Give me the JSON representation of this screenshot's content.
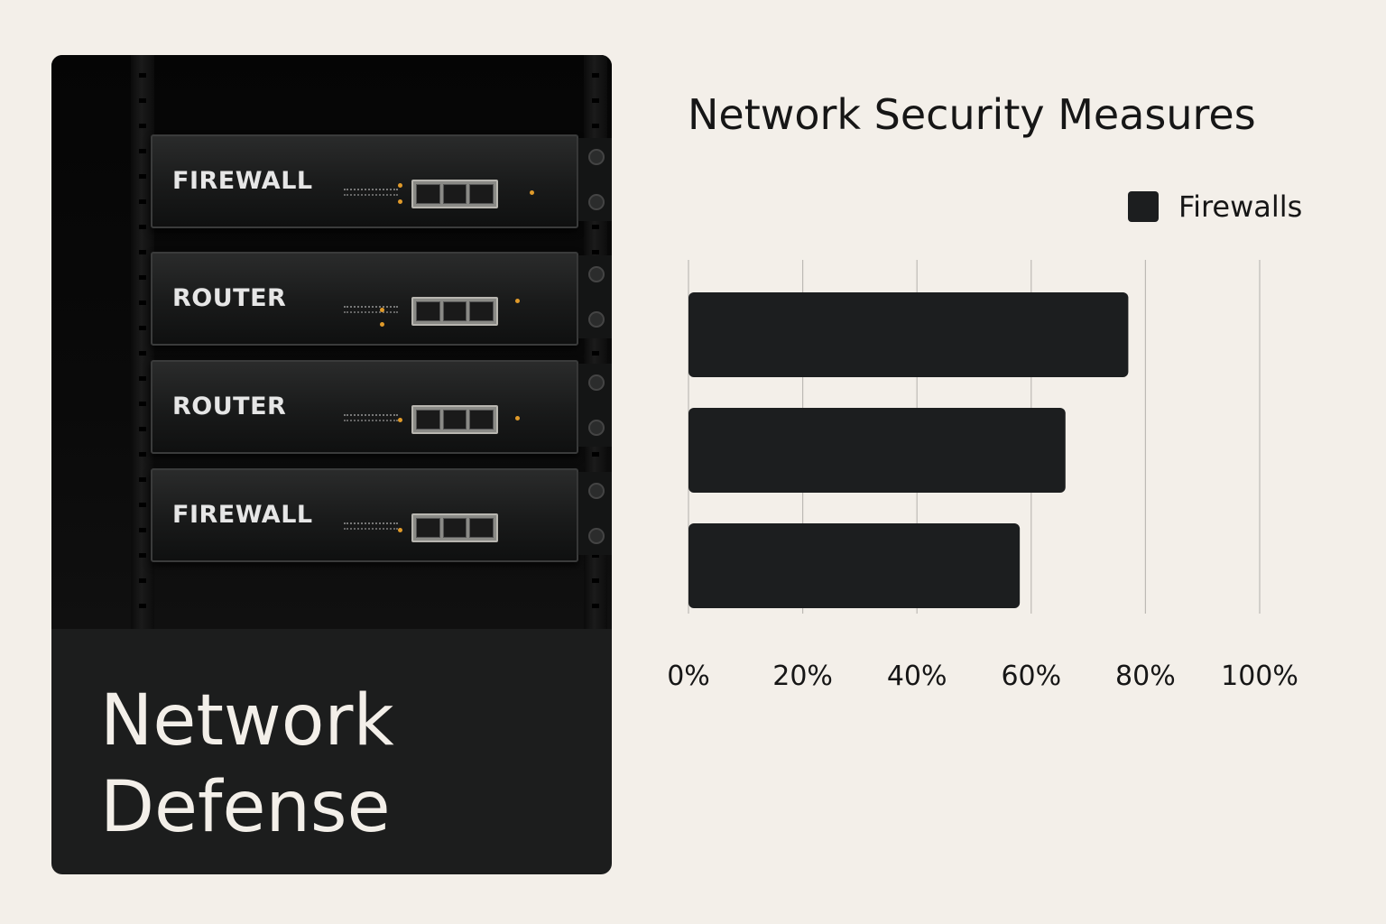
{
  "card": {
    "title_line1": "Network",
    "title_line2": "Defense",
    "devices": [
      "FIREWALL",
      "ROUTER",
      "ROUTER",
      "FIREWALL"
    ]
  },
  "chart_data": {
    "type": "bar",
    "orientation": "horizontal",
    "title": "Network Security Measures",
    "categories": [
      "",
      "",
      ""
    ],
    "series": [
      {
        "name": "Firewalls",
        "color": "#1c1e1f",
        "values": [
          77,
          66,
          58
        ]
      }
    ],
    "xlim": [
      0,
      100
    ],
    "x_ticks": [
      "0%",
      "20%",
      "40%",
      "60%",
      "80%",
      "100%"
    ],
    "grid": "vertical",
    "legend": "top-right"
  },
  "colors": {
    "background": "#f3efe9",
    "card": "#1c1d1d",
    "bar": "#1c1e1f",
    "grid": "#bdbab5",
    "text": "#161616"
  }
}
